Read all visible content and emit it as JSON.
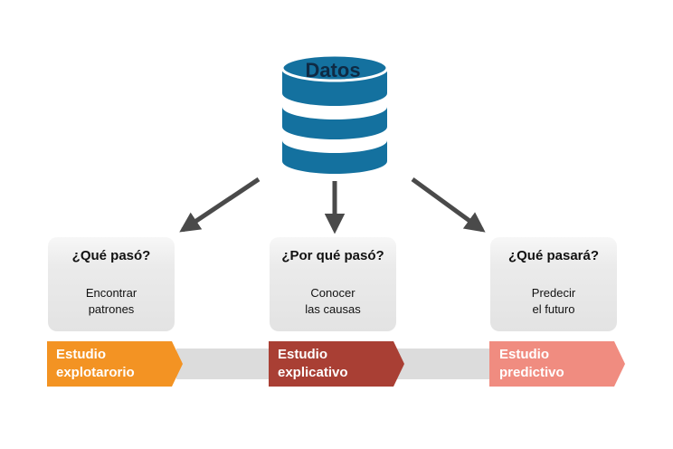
{
  "database": {
    "label": "Datos",
    "color": "#14719f"
  },
  "studies": [
    {
      "question": "¿Qué pasó?",
      "description": [
        "Encontrar",
        "patrones"
      ],
      "study": [
        "Estudio",
        "explotarorio"
      ],
      "color": "#f39323"
    },
    {
      "question": "¿Por qué pasó?",
      "description": [
        "Conocer",
        "las causas"
      ],
      "study": [
        "Estudio",
        "explicativo"
      ],
      "color": "#a93f34"
    },
    {
      "question": "¿Qué pasará?",
      "description": [
        "Predecir",
        "el futuro"
      ],
      "study": [
        "Estudio",
        "predictivo"
      ],
      "color": "#f08c80"
    }
  ],
  "colors": {
    "arrow": "#4a4a4a",
    "card": "#e9e9e9",
    "track": "#dcdcdc"
  }
}
